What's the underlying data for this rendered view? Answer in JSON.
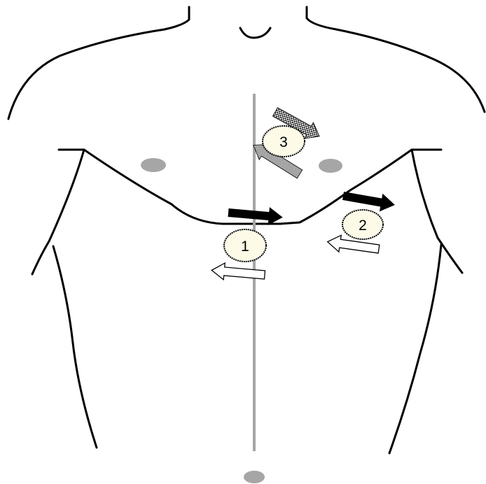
{
  "markers": [
    {
      "label": "1"
    },
    {
      "label": "2"
    },
    {
      "label": "3"
    }
  ],
  "colors": {
    "outline": "#000000",
    "midline": "#a6a6a6",
    "nipple": "#a6a6a6",
    "marker_fill": "#fdfbe8",
    "arrow_solid": "#000000",
    "arrow_hollow_fill": "#ffffff",
    "arrow_dotted": "#333333",
    "arrow_gray": "#9a9a9a"
  }
}
